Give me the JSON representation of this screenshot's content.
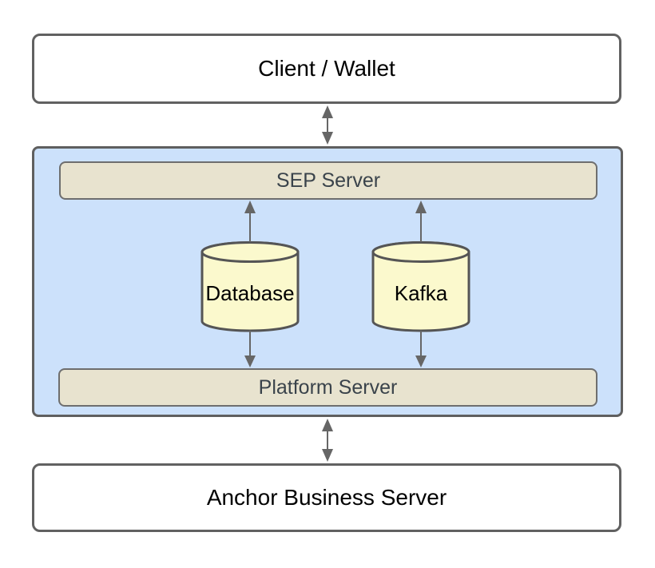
{
  "diagram": {
    "type": "architecture-diagram",
    "nodes": {
      "client_wallet": {
        "label": "Client / Wallet",
        "shape": "rounded-rectangle"
      },
      "sep_server": {
        "label": "SEP Server",
        "shape": "rounded-bar"
      },
      "database": {
        "label": "Database",
        "shape": "cylinder"
      },
      "kafka": {
        "label": "Kafka",
        "shape": "cylinder"
      },
      "platform_server": {
        "label": "Platform Server",
        "shape": "rounded-bar"
      },
      "anchor_business_server": {
        "label": "Anchor Business Server",
        "shape": "rounded-rectangle"
      },
      "middleware_container": {
        "label": "",
        "shape": "rounded-rectangle",
        "contains": [
          "sep_server",
          "database",
          "kafka",
          "platform_server"
        ]
      }
    },
    "edges": [
      {
        "from": "client_wallet",
        "to": "middleware_container",
        "direction": "bidirectional"
      },
      {
        "from": "database",
        "to": "sep_server",
        "direction": "up"
      },
      {
        "from": "kafka",
        "to": "sep_server",
        "direction": "up"
      },
      {
        "from": "database",
        "to": "platform_server",
        "direction": "down"
      },
      {
        "from": "kafka",
        "to": "platform_server",
        "direction": "down"
      },
      {
        "from": "middleware_container",
        "to": "anchor_business_server",
        "direction": "bidirectional"
      }
    ],
    "colors": {
      "page_background": "#FFFFFF",
      "box_fill": "#FFFFFF",
      "box_border": "#616161",
      "container_fill": "#CCE1FB",
      "container_border": "#5F5F5F",
      "bar_fill": "#E8E3CF",
      "bar_border": "#6E6E6E",
      "bar_text": "#3A434B",
      "cylinder_fill": "#FBF9CD",
      "cylinder_border": "#555555",
      "arrow": "#666666",
      "box_text": "#000000"
    }
  }
}
